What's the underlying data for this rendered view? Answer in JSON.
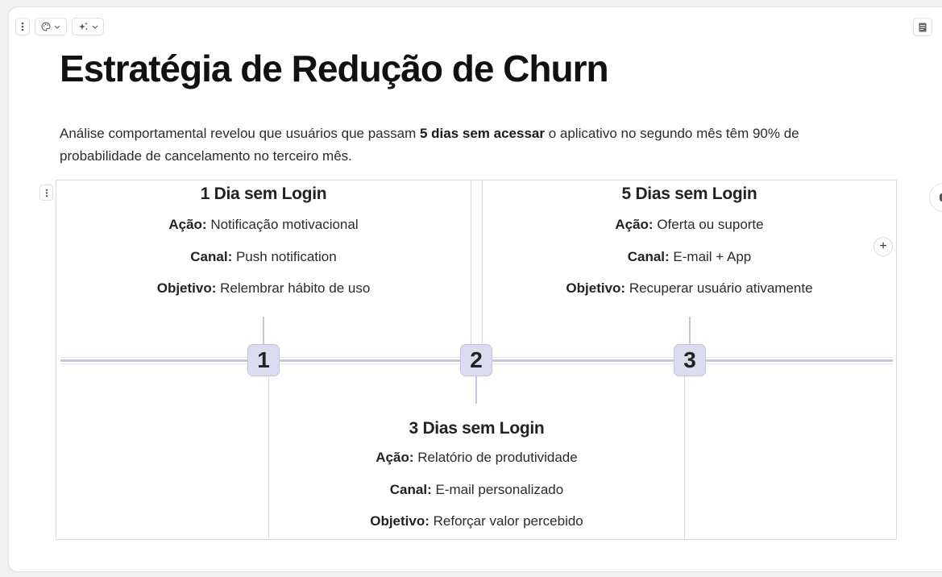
{
  "toolbar": {
    "left_buttons": [
      {
        "name": "more-options",
        "icon": "vertical-dots-icon"
      },
      {
        "name": "theme",
        "icon": "palette-icon",
        "has_dropdown": true
      },
      {
        "name": "ai-sparkle",
        "icon": "sparkle-icon",
        "has_dropdown": true
      }
    ],
    "right_button": {
      "name": "document",
      "icon": "document-icon"
    }
  },
  "document": {
    "title": "Estratégia de Redução de Churn",
    "intro": {
      "before": "Análise comportamental revelou que usuários que passam ",
      "bold": "5 dias sem acessar",
      "after": " o aplicativo no segundo mês têm 90% de probabilidade de cancelamento no terceiro mês."
    }
  },
  "timeline": {
    "colors": {
      "line": "#c5c5dc",
      "badge_bg": "#dcdcf1",
      "badge_border": "#c3c3dc"
    },
    "steps": [
      {
        "number": "1",
        "title": "1 Dia sem Login",
        "acao_label": "Ação:",
        "acao": " Notificação motivacional",
        "canal_label": "Canal:",
        "canal": " Push notification",
        "objetivo_label": "Objetivo:",
        "objetivo": " Relembrar hábito de uso"
      },
      {
        "number": "2",
        "title": "3 Dias sem Login",
        "acao_label": "Ação:",
        "acao": " Relatório de produtividade",
        "canal_label": "Canal:",
        "canal": " E-mail personalizado",
        "objetivo_label": "Objetivo:",
        "objetivo": " Reforçar valor percebido"
      },
      {
        "number": "3",
        "title": "5 Dias sem Login",
        "acao_label": "Ação:",
        "acao": " Oferta ou suporte",
        "canal_label": "Canal:",
        "canal": " E-mail + App",
        "objetivo_label": "Objetivo:",
        "objetivo": " Recuperar usuário ativamente"
      }
    ]
  },
  "controls": {
    "block_handle_icon": "vertical-dots-icon",
    "add_button_label": "+"
  }
}
